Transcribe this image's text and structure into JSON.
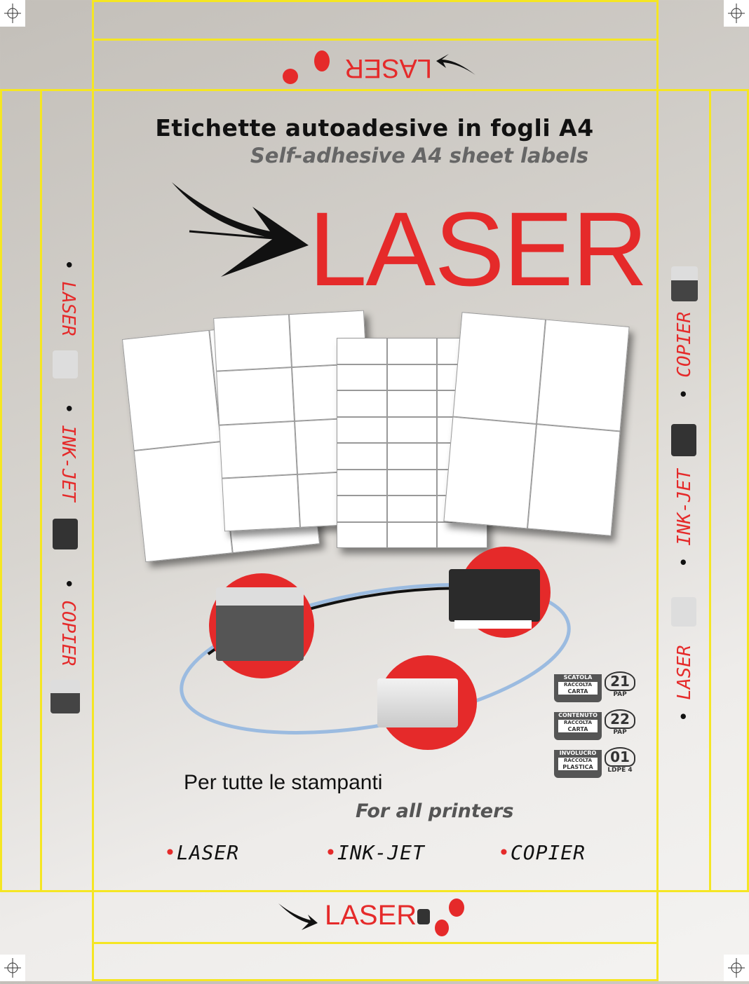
{
  "headline": {
    "it": "Etichette autoadesive in fogli A4",
    "en": "Self-adhesive A4 sheet labels"
  },
  "brand": "LASER",
  "tagline": {
    "it": "Per tutte le stampanti",
    "en": "For all printers"
  },
  "printer_types": [
    "LASER",
    "INK-JET",
    "COPIER"
  ],
  "side_left": [
    "LASER",
    "INK-JET",
    "COPIER"
  ],
  "side_right": [
    "LASER",
    "INK-JET",
    "COPIER"
  ],
  "recycling": [
    {
      "bin": "SCATOLA",
      "collect": "RACCOLTA",
      "material": "CARTA",
      "code": "21",
      "abbr": "PAP"
    },
    {
      "bin": "CONTENUTO",
      "collect": "RACCOLTA",
      "material": "CARTA",
      "code": "22",
      "abbr": "PAP"
    },
    {
      "bin": "INVOLUCRO",
      "collect": "RACCOLTA",
      "material": "PLASTICA",
      "code": "01",
      "abbr": "LDPE 4"
    }
  ],
  "colors": {
    "brand_red": "#e52a2a",
    "dieline": "#f5e623",
    "text_dark": "#111111",
    "text_grey": "#666666"
  }
}
